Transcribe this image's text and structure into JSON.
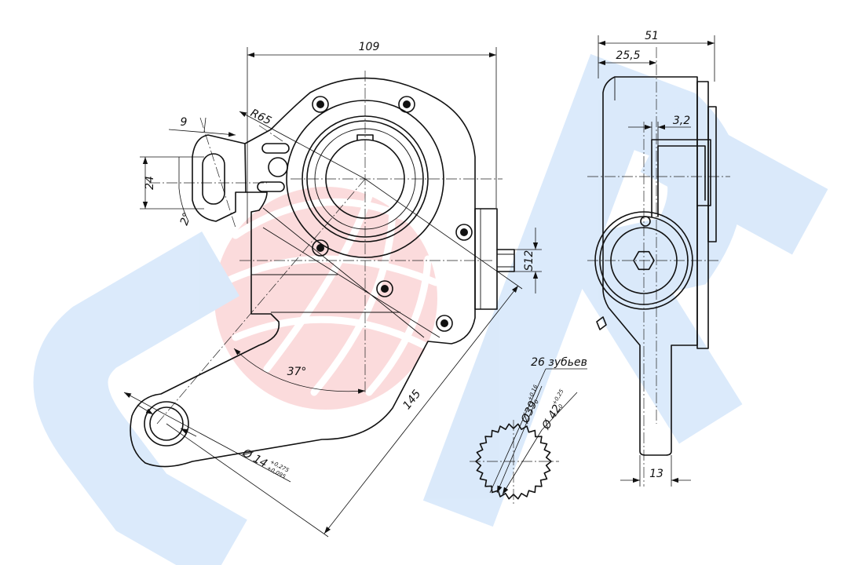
{
  "watermark": {
    "text": "SORL",
    "letter_color": "#1e7ee6",
    "globe_color": "#e8262d"
  },
  "dimensions": {
    "width_109": "109",
    "slot_9": "9",
    "radius_r65": "R65",
    "height_24": "24",
    "angle_2": "2°",
    "hex_s12": "S12",
    "angle_37": "37°",
    "length_145": "145",
    "hole_d14": "Ø 14",
    "hole_d14_tol_upper": "+0,275",
    "hole_d14_tol_lower": "+0,095",
    "teeth_26": "26 зубьев",
    "spline_d39": "Ø39",
    "spline_d39_tol_upper": "+0,16",
    "spline_d39_tol_lower": "0",
    "spline_d42": "Ø 42",
    "spline_d42_tol_upper": "+0,25",
    "spline_d42_tol_lower": "0",
    "side_51": "51",
    "side_25_5": "25,5",
    "side_3_2": "3,2",
    "arm_13": "13"
  }
}
